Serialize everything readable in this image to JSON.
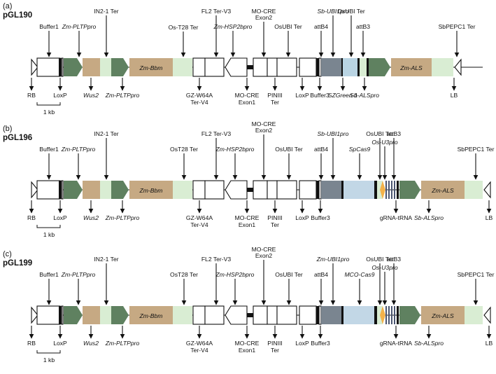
{
  "panels": [
    {
      "letter": "(a)",
      "name": "pGL190",
      "top_labels": [
        {
          "text": "Buffer1",
          "italic": false
        },
        {
          "text": "Zm-PLTPpro",
          "italic": true
        },
        {
          "text": "IN2-1 Ter",
          "italic": false
        },
        {
          "text": "Os-T28 Ter",
          "italic": false
        },
        {
          "text": "FL2 Ter-V3",
          "italic": false
        },
        {
          "text": "Zm-HSP2bpro",
          "italic": true
        },
        {
          "text": "MO-CRE",
          "italic": false
        },
        {
          "text": "Exon2",
          "italic": false
        },
        {
          "text": "OsUBI Ter",
          "italic": false
        },
        {
          "text": "attB4",
          "italic": false
        },
        {
          "text": "Sb-UBI1pro",
          "italic": true
        },
        {
          "text": "OsUBI Ter",
          "italic": false
        },
        {
          "text": "attB3",
          "italic": false
        },
        {
          "text": "SbPEPC1 Ter",
          "italic": false
        }
      ],
      "bottom_labels": [
        {
          "text": "RB",
          "italic": false
        },
        {
          "text": "LoxP",
          "italic": false
        },
        {
          "text": "Wus2",
          "italic": true
        },
        {
          "text": "Zm-PLTPpro",
          "italic": true
        },
        {
          "text": "GZ-W64A",
          "italic": false
        },
        {
          "text": "Ter-V4",
          "italic": false
        },
        {
          "text": "MO-CRE",
          "italic": false
        },
        {
          "text": "Exon1",
          "italic": false
        },
        {
          "text": "PINIII",
          "italic": false
        },
        {
          "text": "Ter",
          "italic": false
        },
        {
          "text": "LoxP",
          "italic": false
        },
        {
          "text": "Buffer3",
          "italic": false
        },
        {
          "text": "SZGreen-1",
          "italic": true
        },
        {
          "text": "Sb-ALSpro",
          "italic": true
        },
        {
          "text": "LB",
          "italic": false
        }
      ],
      "block_labels": {
        "bbm": "Zm-Bbm",
        "als": "Zm-ALS"
      },
      "scale_label": "1 kb"
    },
    {
      "letter": "(b)",
      "name": "pGL196",
      "top_labels": [
        {
          "text": "Buffer1",
          "italic": false
        },
        {
          "text": "Zm-PLTPpro",
          "italic": true
        },
        {
          "text": "IN2-1 Ter",
          "italic": false
        },
        {
          "text": "OsT28 Ter",
          "italic": false
        },
        {
          "text": "FL2 Ter-V3",
          "italic": false
        },
        {
          "text": "Zm-HSP2bpro",
          "italic": true
        },
        {
          "text": "MO-CRE",
          "italic": false
        },
        {
          "text": "Exon2",
          "italic": false
        },
        {
          "text": "OsUBI Ter",
          "italic": false
        },
        {
          "text": "attB4",
          "italic": false
        },
        {
          "text": "Sb-UBI1pro",
          "italic": true
        },
        {
          "text": "SpCas9",
          "italic": true
        },
        {
          "text": "OsUBI Ter",
          "italic": false
        },
        {
          "text": "Os-U3pro",
          "italic": true
        },
        {
          "text": "attB3",
          "italic": false
        },
        {
          "text": "SbPEPC1 Ter",
          "italic": false
        }
      ],
      "bottom_labels": [
        {
          "text": "RB",
          "italic": false
        },
        {
          "text": "LoxP",
          "italic": false
        },
        {
          "text": "Wus2",
          "italic": true
        },
        {
          "text": "Zm-PLTPpro",
          "italic": true
        },
        {
          "text": "GZ-W64A",
          "italic": false
        },
        {
          "text": "Ter-V4",
          "italic": false
        },
        {
          "text": "MO-CRE",
          "italic": false
        },
        {
          "text": "Exon1",
          "italic": false
        },
        {
          "text": "PINIII",
          "italic": false
        },
        {
          "text": "Ter",
          "italic": false
        },
        {
          "text": "LoxP",
          "italic": false
        },
        {
          "text": "Buffer3",
          "italic": false
        },
        {
          "text": "gRNA-tRNA",
          "italic": false
        },
        {
          "text": "Sb-ALSpro",
          "italic": true
        },
        {
          "text": "LB",
          "italic": false
        }
      ],
      "block_labels": {
        "bbm": "Zm-Bbm",
        "als": "Zm-ALS"
      },
      "scale_label": "1 kb"
    },
    {
      "letter": "(c)",
      "name": "pGL199",
      "top_labels": [
        {
          "text": "Buffer1",
          "italic": false
        },
        {
          "text": "Zm-PLTPpro",
          "italic": true
        },
        {
          "text": "IN2-1 Ter",
          "italic": false
        },
        {
          "text": "OsT28 Ter",
          "italic": false
        },
        {
          "text": "FL2 Ter-V3",
          "italic": false
        },
        {
          "text": "Zm-HSP2bpro",
          "italic": true
        },
        {
          "text": "MO-CRE",
          "italic": false
        },
        {
          "text": "Exon2",
          "italic": false
        },
        {
          "text": "OsUBI Ter",
          "italic": false
        },
        {
          "text": "attB4",
          "italic": false
        },
        {
          "text": "Zm-UBI1pro",
          "italic": true
        },
        {
          "text": "MCO-Cas9",
          "italic": true
        },
        {
          "text": "OsUBI Ter",
          "italic": false
        },
        {
          "text": "Os-U3pro",
          "italic": true
        },
        {
          "text": "attB3",
          "italic": false
        },
        {
          "text": "SbPEPC1 Ter",
          "italic": false
        }
      ],
      "bottom_labels": [
        {
          "text": "RB",
          "italic": false
        },
        {
          "text": "LoxP",
          "italic": false
        },
        {
          "text": "Wus2",
          "italic": true
        },
        {
          "text": "Zm-PLTPpro",
          "italic": true
        },
        {
          "text": "GZ-W64A",
          "italic": false
        },
        {
          "text": "Ter-V4",
          "italic": false
        },
        {
          "text": "MO-CRE",
          "italic": false
        },
        {
          "text": "Exon1",
          "italic": false
        },
        {
          "text": "PINIII",
          "italic": false
        },
        {
          "text": "Ter",
          "italic": false
        },
        {
          "text": "LoxP",
          "italic": false
        },
        {
          "text": "Buffer3",
          "italic": false
        },
        {
          "text": "gRNA-tRNA",
          "italic": false
        },
        {
          "text": "Sb-ALSpro",
          "italic": true
        },
        {
          "text": "LB",
          "italic": false
        }
      ],
      "block_labels": {
        "bbm": "Zm-Bbm",
        "als": "Zm-ALS"
      },
      "scale_label": "1 kb"
    }
  ],
  "colors": {
    "promoter": "#5f8160",
    "gene": "#c6a983",
    "terminator": "#d9edd3",
    "attB_block": "#7a8590",
    "green_cds": "#b9d4e3",
    "cas9": "#c2d7e6",
    "u3": "#f3b24a",
    "grna_stripe": "#4a5570"
  }
}
